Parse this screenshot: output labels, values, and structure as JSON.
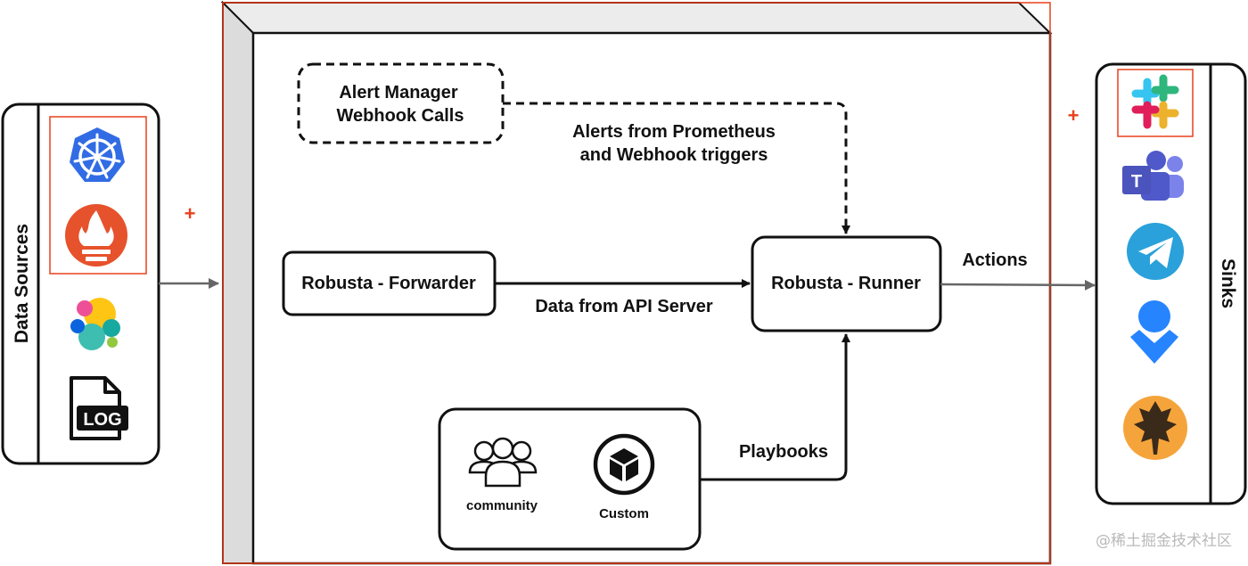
{
  "left_panel": {
    "label": "Data Sources"
  },
  "right_panel": {
    "label": "Sinks"
  },
  "plus_sign": "+",
  "nodes": {
    "alert_manager": {
      "line1": "Alert Manager",
      "line2": "Webhook Calls"
    },
    "forwarder": {
      "label": "Robusta - Forwarder"
    },
    "runner": {
      "label": "Robusta - Runner"
    },
    "playbooks_box": {
      "community": "community",
      "custom": "Custom"
    }
  },
  "edges": {
    "alerts": {
      "line1": "Alerts from Prometheus",
      "line2": "and Webhook triggers"
    },
    "api": {
      "label": "Data from API Server"
    },
    "actions": {
      "label": "Actions"
    },
    "playbooks": {
      "label": "Playbooks"
    }
  },
  "source_icons": [
    "kubernetes-icon",
    "prometheus-icon",
    "elastic-icon",
    "log-file-icon"
  ],
  "sink_icons": [
    "slack-icon",
    "teams-icon",
    "telegram-icon",
    "opsgenie-icon",
    "victorops-icon"
  ],
  "icon_text": {
    "log": "LOG",
    "teams": "T"
  },
  "colors": {
    "highlight": "#e8401c",
    "kubernetes": "#326ce5",
    "prometheus": "#e6522c",
    "telegram": "#2aa1da",
    "opsgenie": "#2684ff",
    "victorops": "#f5a43b"
  },
  "watermark": "@稀土掘金技术社区"
}
